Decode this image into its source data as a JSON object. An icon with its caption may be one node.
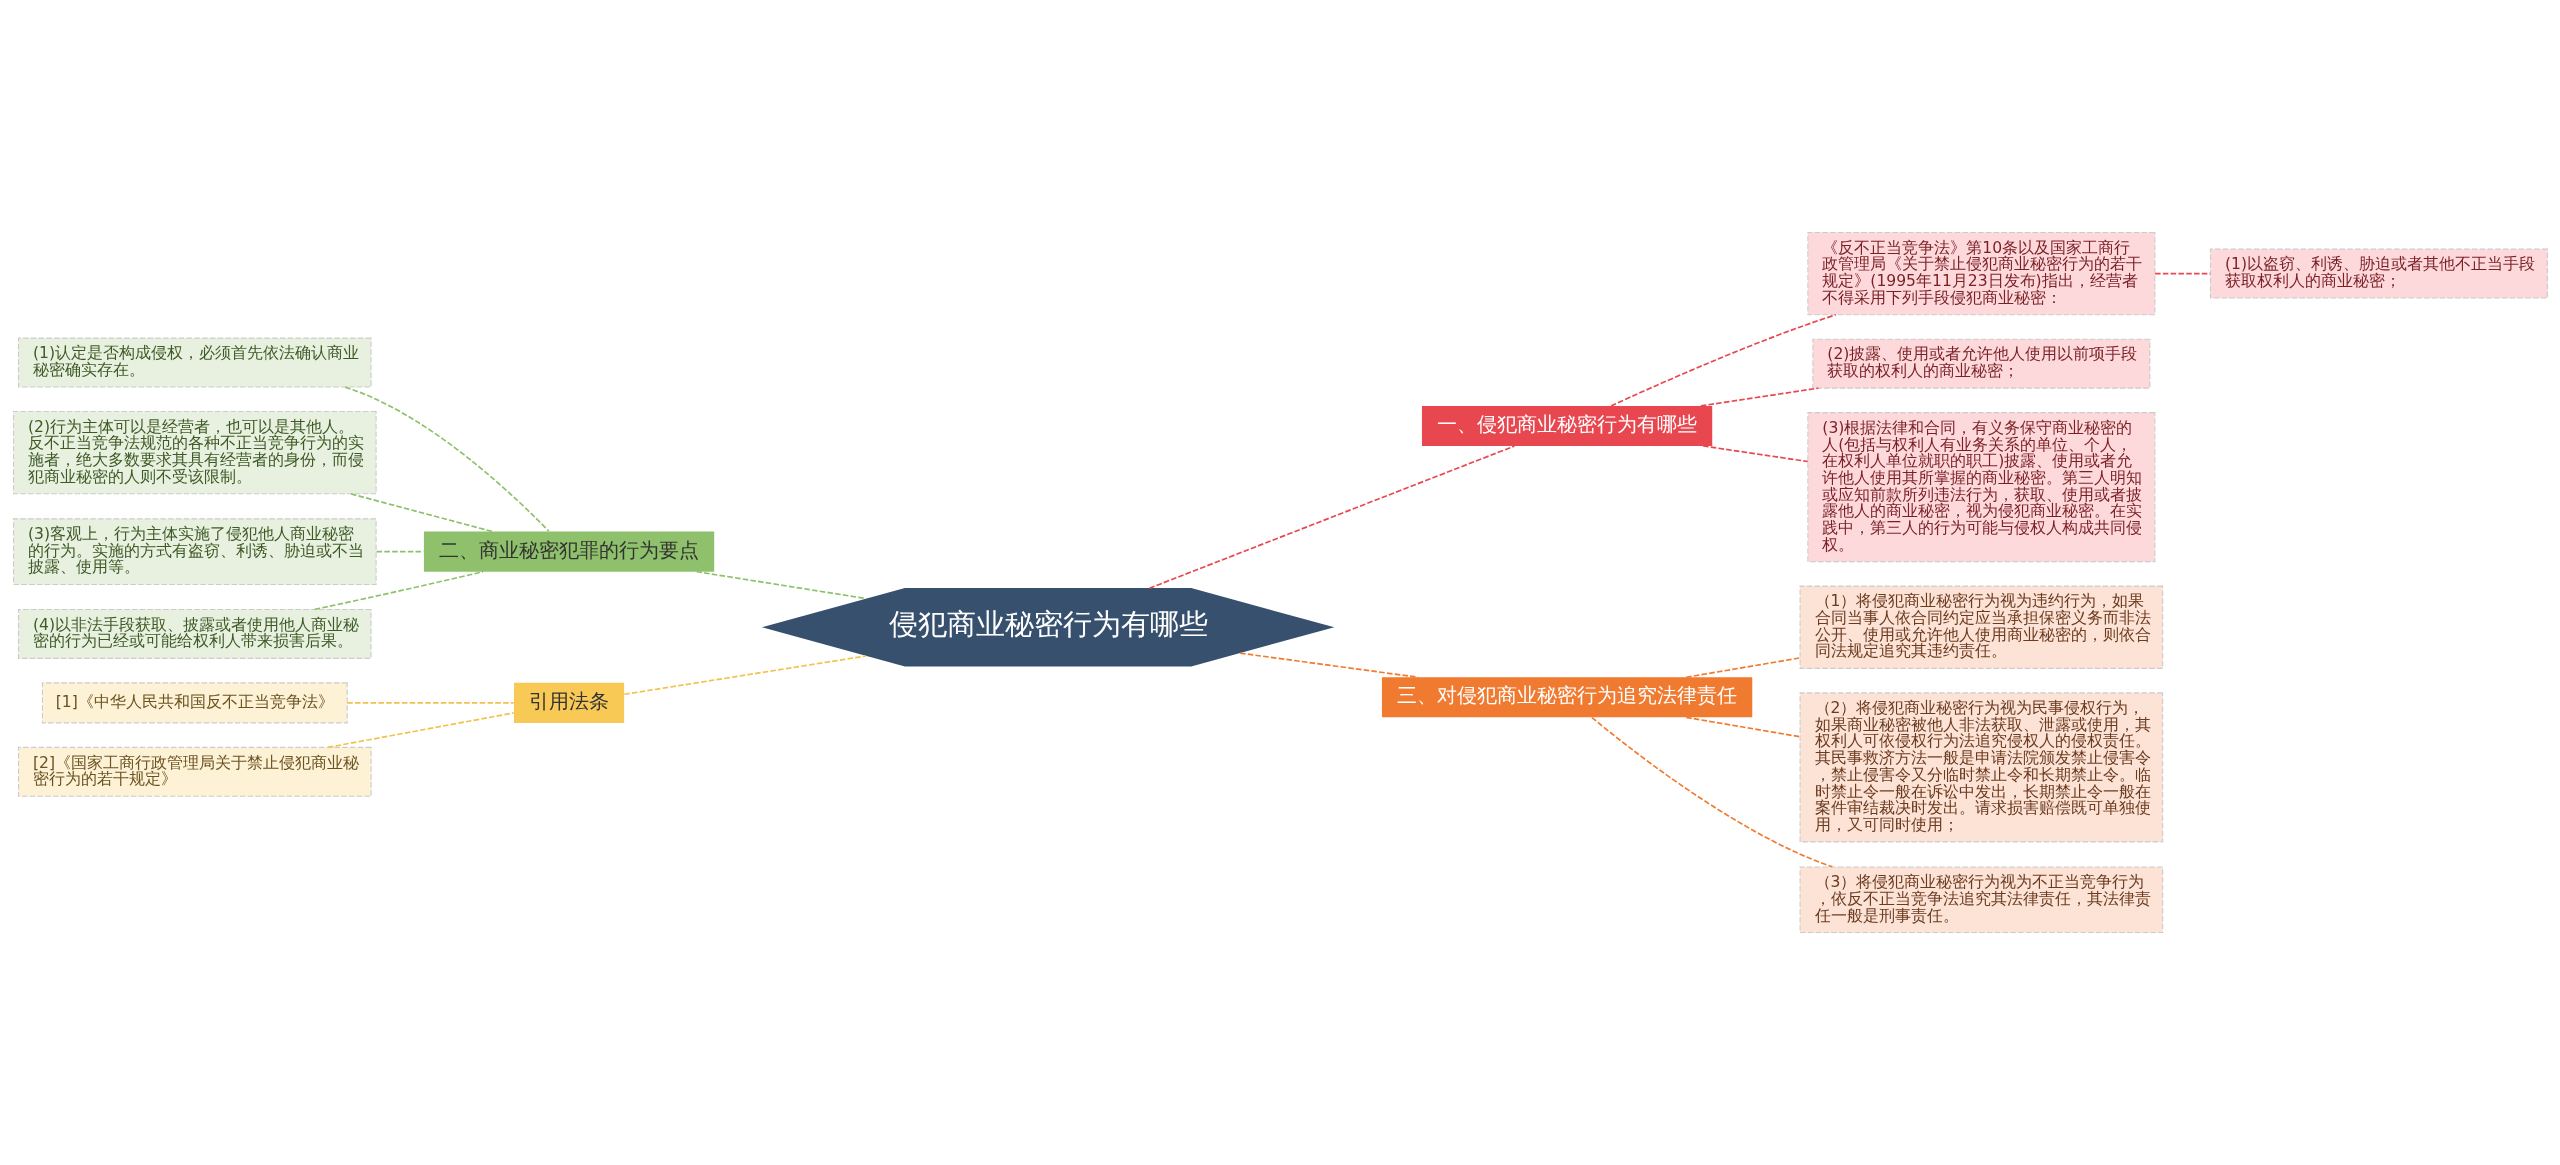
{
  "diagram": {
    "nodes": [
      {
        "text": [
          "侵犯商业秘密行为有哪些"
        ]
      },
      {
        "text": [
          "一、侵犯商业秘密行为有哪些"
        ]
      },
      {
        "text": [
          "《反不正当竞争法》第10条以及国家工商行政管理局《关于禁止侵犯商业秘密行为的若干规定》(1995年11月23日发布)指出，经营者不得采用下列手段侵犯商业秘密："
        ]
      },
      {
        "text": [
          "(1)以盗窃、利诱、胁迫或者其他不正当手段获取权利人的商业秘密；"
        ]
      },
      {
        "text": [
          "(2)披露、使用或者允许他人使用以前项手段获取的权利人的商业秘密；"
        ]
      },
      {
        "text": [
          "(3)根据法律和合同，有义务保守商业秘密的人(包括与权利人有业务关系的单位、个人，在权利人单位就职的职工)披露、使用或者允许他人使用其所掌握的商业秘密。第三人明知或应知前款所列违法行为，获取、使用或者披露他人的商业秘密，视为侵犯商业秘密。在实践中，第三人的行为可能与侵权人构成共同侵权。"
        ]
      },
      {
        "text": [
          "三、对侵犯商业秘密行为追究法律责任"
        ]
      },
      {
        "text": [
          "（1）将侵犯商业秘密行为视为违约行为，如果合同当事人依合同约定应当承担保密义务而非法公开、使用或允许他人使用商业秘密的，则依合同法规定追究其违约责任。"
        ]
      },
      {
        "text": [
          "（2）将侵犯商业秘密行为视为民事侵权行为，如果商业秘密被他人非法获取、泄露或使用，其权利人可依侵权行为法追究侵权人的侵权责任。其民事救济方法一般是申请法院颁发禁止侵害令，禁止侵害令又分临时禁止令和长期禁止令。临时禁止令一般在诉讼中发出，长期禁止令一般在案件审结裁决时发出。请求损害赔偿既可单独使用，又可同时使用；"
        ]
      },
      {
        "text": [
          "（3）将侵犯商业秘密行为视为不正当竞争行为，依反不正当竞争法追究其法律责任，其法律责任一般是刑事责任。"
        ]
      },
      {
        "text": [
          "二、商业秘密犯罪的行为要点"
        ]
      },
      {
        "text": [
          "(1)认定是否构成侵权，必须首先依法确认商业秘密确实存在。"
        ]
      },
      {
        "text": [
          "(2)行为主体可以是经营者，也可以是其他人。反不正当竞争法规范的各种不正当竞争行为的实施者，绝大多数要求其具有经营者的身份，而侵犯商业秘密的人则不受该限制。"
        ]
      },
      {
        "text": [
          "(3)客观上，行为主体实施了侵犯他人商业秘密的行为。实施的方式有盗窃、利诱、胁迫或不当披露、使用等。"
        ]
      },
      {
        "text": [
          "(4)以非法手段获取、披露或者使用他人商业秘密的行为已经或可能给权利人带来损害后果。"
        ]
      },
      {
        "text": [
          "引用法条"
        ]
      },
      {
        "text": [
          "[1]《中华人民共和国反不正当竞争法》"
        ]
      },
      {
        "text": [
          "[2]《国家工商行政管理局关于禁止侵犯商业秘密行为的若干规定》"
        ]
      }
    ],
    "edges": [
      {
        "from": 0,
        "to": 1,
        "arrow": "none",
        "style": "dashed",
        "color": "#e8474f"
      },
      {
        "from": 1,
        "to": 2,
        "arrow": "none",
        "style": "dashed",
        "color": "#e8474f"
      },
      {
        "from": 2,
        "to": 3,
        "arrow": "none",
        "style": "dashed",
        "color": "#e8474f"
      },
      {
        "from": 1,
        "to": 4,
        "arrow": "none",
        "style": "dashed",
        "color": "#e8474f"
      },
      {
        "from": 1,
        "to": 5,
        "arrow": "none",
        "style": "dashed",
        "color": "#e8474f"
      },
      {
        "from": 0,
        "to": 6,
        "arrow": "none",
        "style": "dashed",
        "color": "#f07a30"
      },
      {
        "from": 6,
        "to": 7,
        "arrow": "none",
        "style": "dashed",
        "color": "#f07a30"
      },
      {
        "from": 6,
        "to": 8,
        "arrow": "none",
        "style": "dashed",
        "color": "#f07a30"
      },
      {
        "from": 6,
        "to": 9,
        "arrow": "none",
        "style": "dashed",
        "color": "#f07a30"
      },
      {
        "from": 0,
        "to": 10,
        "arrow": "none",
        "style": "dashed",
        "color": "#8fc06b"
      },
      {
        "from": 10,
        "to": 11,
        "arrow": "none",
        "style": "dashed",
        "color": "#8fc06b"
      },
      {
        "from": 10,
        "to": 12,
        "arrow": "none",
        "style": "dashed",
        "color": "#8fc06b"
      },
      {
        "from": 10,
        "to": 13,
        "arrow": "none",
        "style": "dashed",
        "color": "#8fc06b"
      },
      {
        "from": 10,
        "to": 14,
        "arrow": "none",
        "style": "dashed",
        "color": "#8fc06b"
      },
      {
        "from": 0,
        "to": 15,
        "arrow": "none",
        "style": "dashed",
        "color": "#f2c14e"
      },
      {
        "from": 15,
        "to": 16,
        "arrow": "none",
        "style": "dashed",
        "color": "#f2c14e"
      },
      {
        "from": 15,
        "to": 17,
        "arrow": "none",
        "style": "dashed",
        "color": "#f2c14e"
      }
    ]
  }
}
